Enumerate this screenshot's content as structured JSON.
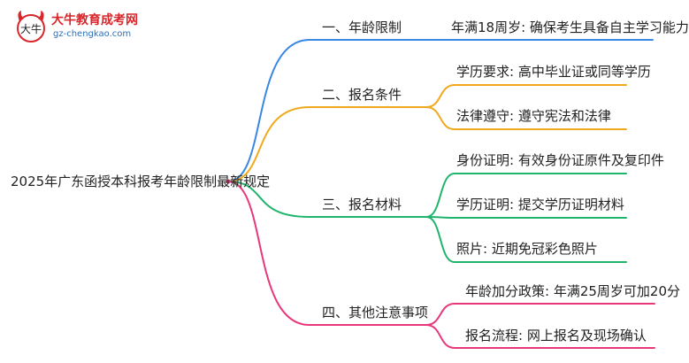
{
  "logo": {
    "glyph": "大牛",
    "title": "大牛教育成考网",
    "url": "gz-chengkao.com"
  },
  "root": "2025年广东函授本科报考年龄限制最新规定",
  "branches": [
    {
      "label": "一、年龄限制",
      "color": "#3b87e4",
      "children": [
        "年满18周岁: 确保考生具备自主学习能力"
      ]
    },
    {
      "label": "二、报名条件",
      "color": "#f0a91c",
      "children": [
        "学历要求: 高中毕业证或同等学历",
        "法律遵守: 遵守宪法和法律"
      ]
    },
    {
      "label": "三、报名材料",
      "color": "#1fb46b",
      "children": [
        "身份证明: 有效身份证原件及复印件",
        "学历证明: 提交学历证明材料",
        "照片: 近期免冠彩色照片"
      ]
    },
    {
      "label": "四、其他注意事项",
      "color": "#e8377a",
      "children": [
        "年龄加分政策: 年满25周岁可加20分",
        "报名流程: 网上报名及现场确认"
      ]
    }
  ]
}
